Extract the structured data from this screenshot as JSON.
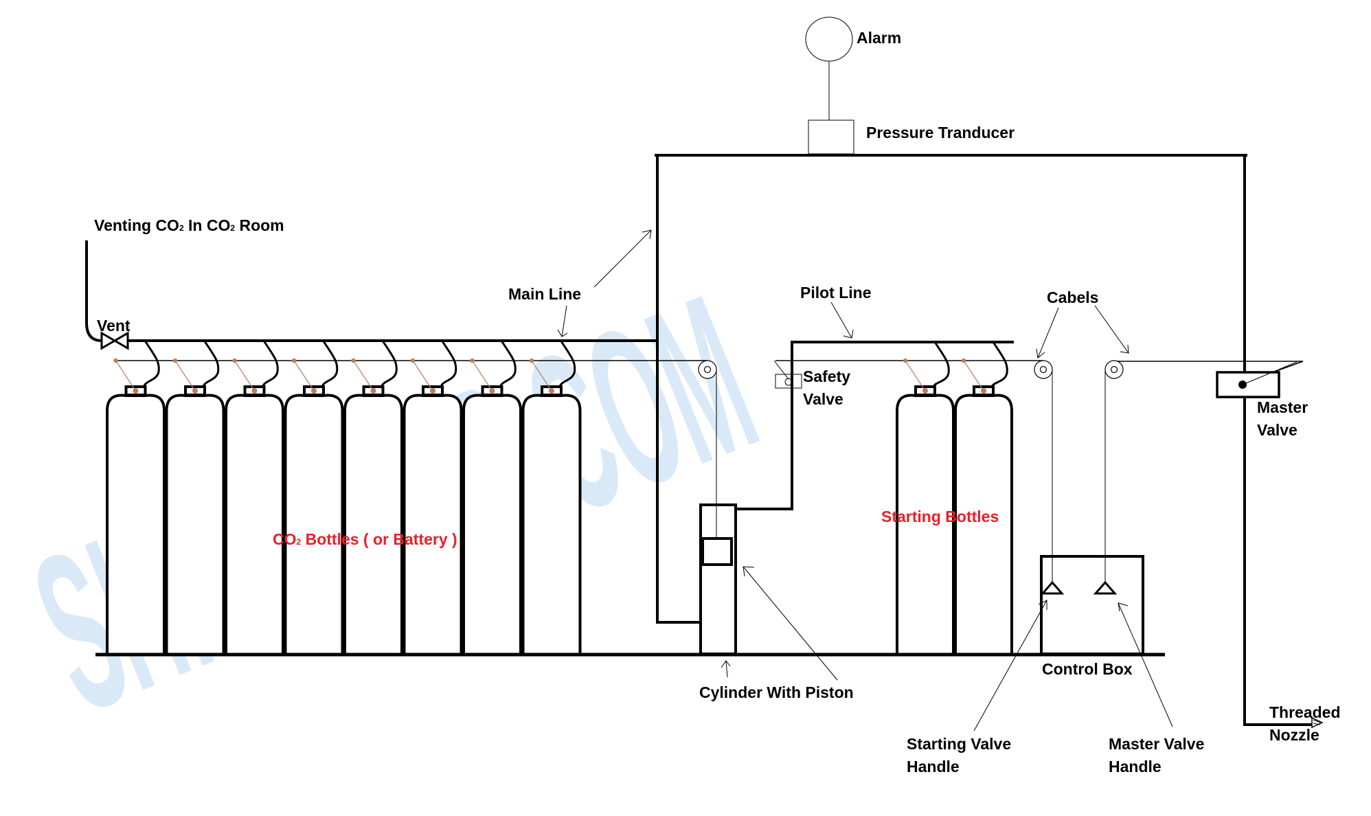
{
  "title": "CO2 Flooding System Diagram",
  "watermark": {
    "text": "SHIPFEVER.COM",
    "color": "#d9e9f7"
  },
  "colors": {
    "line": "#000000",
    "label_red": "#e8202a",
    "link_brown": "#b87f5d"
  },
  "labels": {
    "alarm": "Alarm",
    "pressure_transducer": "Pressure Tranducer",
    "venting": {
      "prefix": "Venting CO",
      "sub": "2",
      "middle": " In CO",
      "sub2": "2",
      "suffix": " Room"
    },
    "vent": "Vent",
    "main_line": "Main Line",
    "pilot_line": "Pilot Line",
    "cables": "Cabels",
    "safety_valve": [
      "Safety",
      "Valve"
    ],
    "master_valve": [
      "Master",
      "Valve"
    ],
    "co2_bottles": {
      "prefix": "CO",
      "sub": "2",
      "suffix": " Bottles ( or Battery )"
    },
    "starting_bottles": "Starting Bottles",
    "cylinder_with_piston": "Cylinder With Piston",
    "control_box": "Control Box",
    "starting_valve_handle": [
      "Starting Valve",
      "Handle"
    ],
    "master_valve_handle": [
      "Master Valve",
      "Handle"
    ],
    "threaded_nozzle": [
      "Threaded",
      "Nozzle"
    ]
  },
  "components": {
    "co2_bottle_count": 8,
    "starting_bottle_count": 2,
    "pulley_count": 3,
    "control_box_handles": 2
  }
}
